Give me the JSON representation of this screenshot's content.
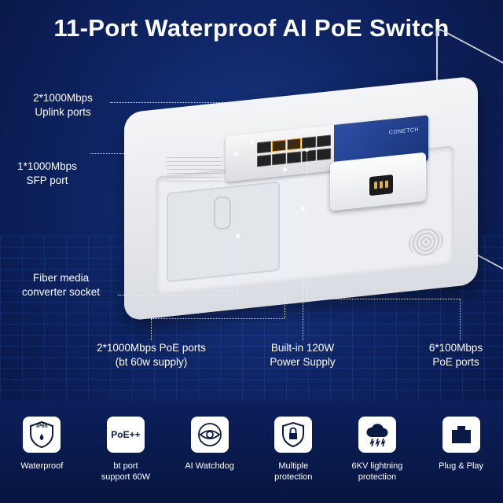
{
  "title": "11-Port Waterproof AI PoE Switch",
  "callouts": {
    "uplink": [
      "2*1000Mbps",
      "Uplink ports"
    ],
    "sfp": [
      "1*1000Mbps",
      "SFP port"
    ],
    "fiber": [
      "Fiber media",
      "converter socket"
    ],
    "poe_bt": [
      "2*1000Mbps PoE ports",
      "(bt 60w supply)"
    ],
    "power": [
      "Built-in 120W",
      "Power Supply"
    ],
    "poe_100": [
      "6*100Mbps",
      "PoE ports"
    ]
  },
  "device_brand": "CONETCH",
  "features": [
    {
      "icon": "ip65-shield-icon",
      "badge": "IP65",
      "label": [
        "Waterproof"
      ]
    },
    {
      "icon": "poe-plus-icon",
      "badge": "PoE++",
      "label": [
        "bt port",
        "support 60W"
      ]
    },
    {
      "icon": "eye-watchdog-icon",
      "badge": "",
      "label": [
        "AI Watchdog"
      ]
    },
    {
      "icon": "lock-shield-icon",
      "badge": "",
      "label": [
        "Multiple",
        "protection"
      ]
    },
    {
      "icon": "lightning-cloud-icon",
      "badge": "",
      "label": [
        "6KV lightning",
        "protection"
      ]
    },
    {
      "icon": "plug-play-icon",
      "badge": "",
      "label": [
        "Plug & Play"
      ]
    }
  ]
}
